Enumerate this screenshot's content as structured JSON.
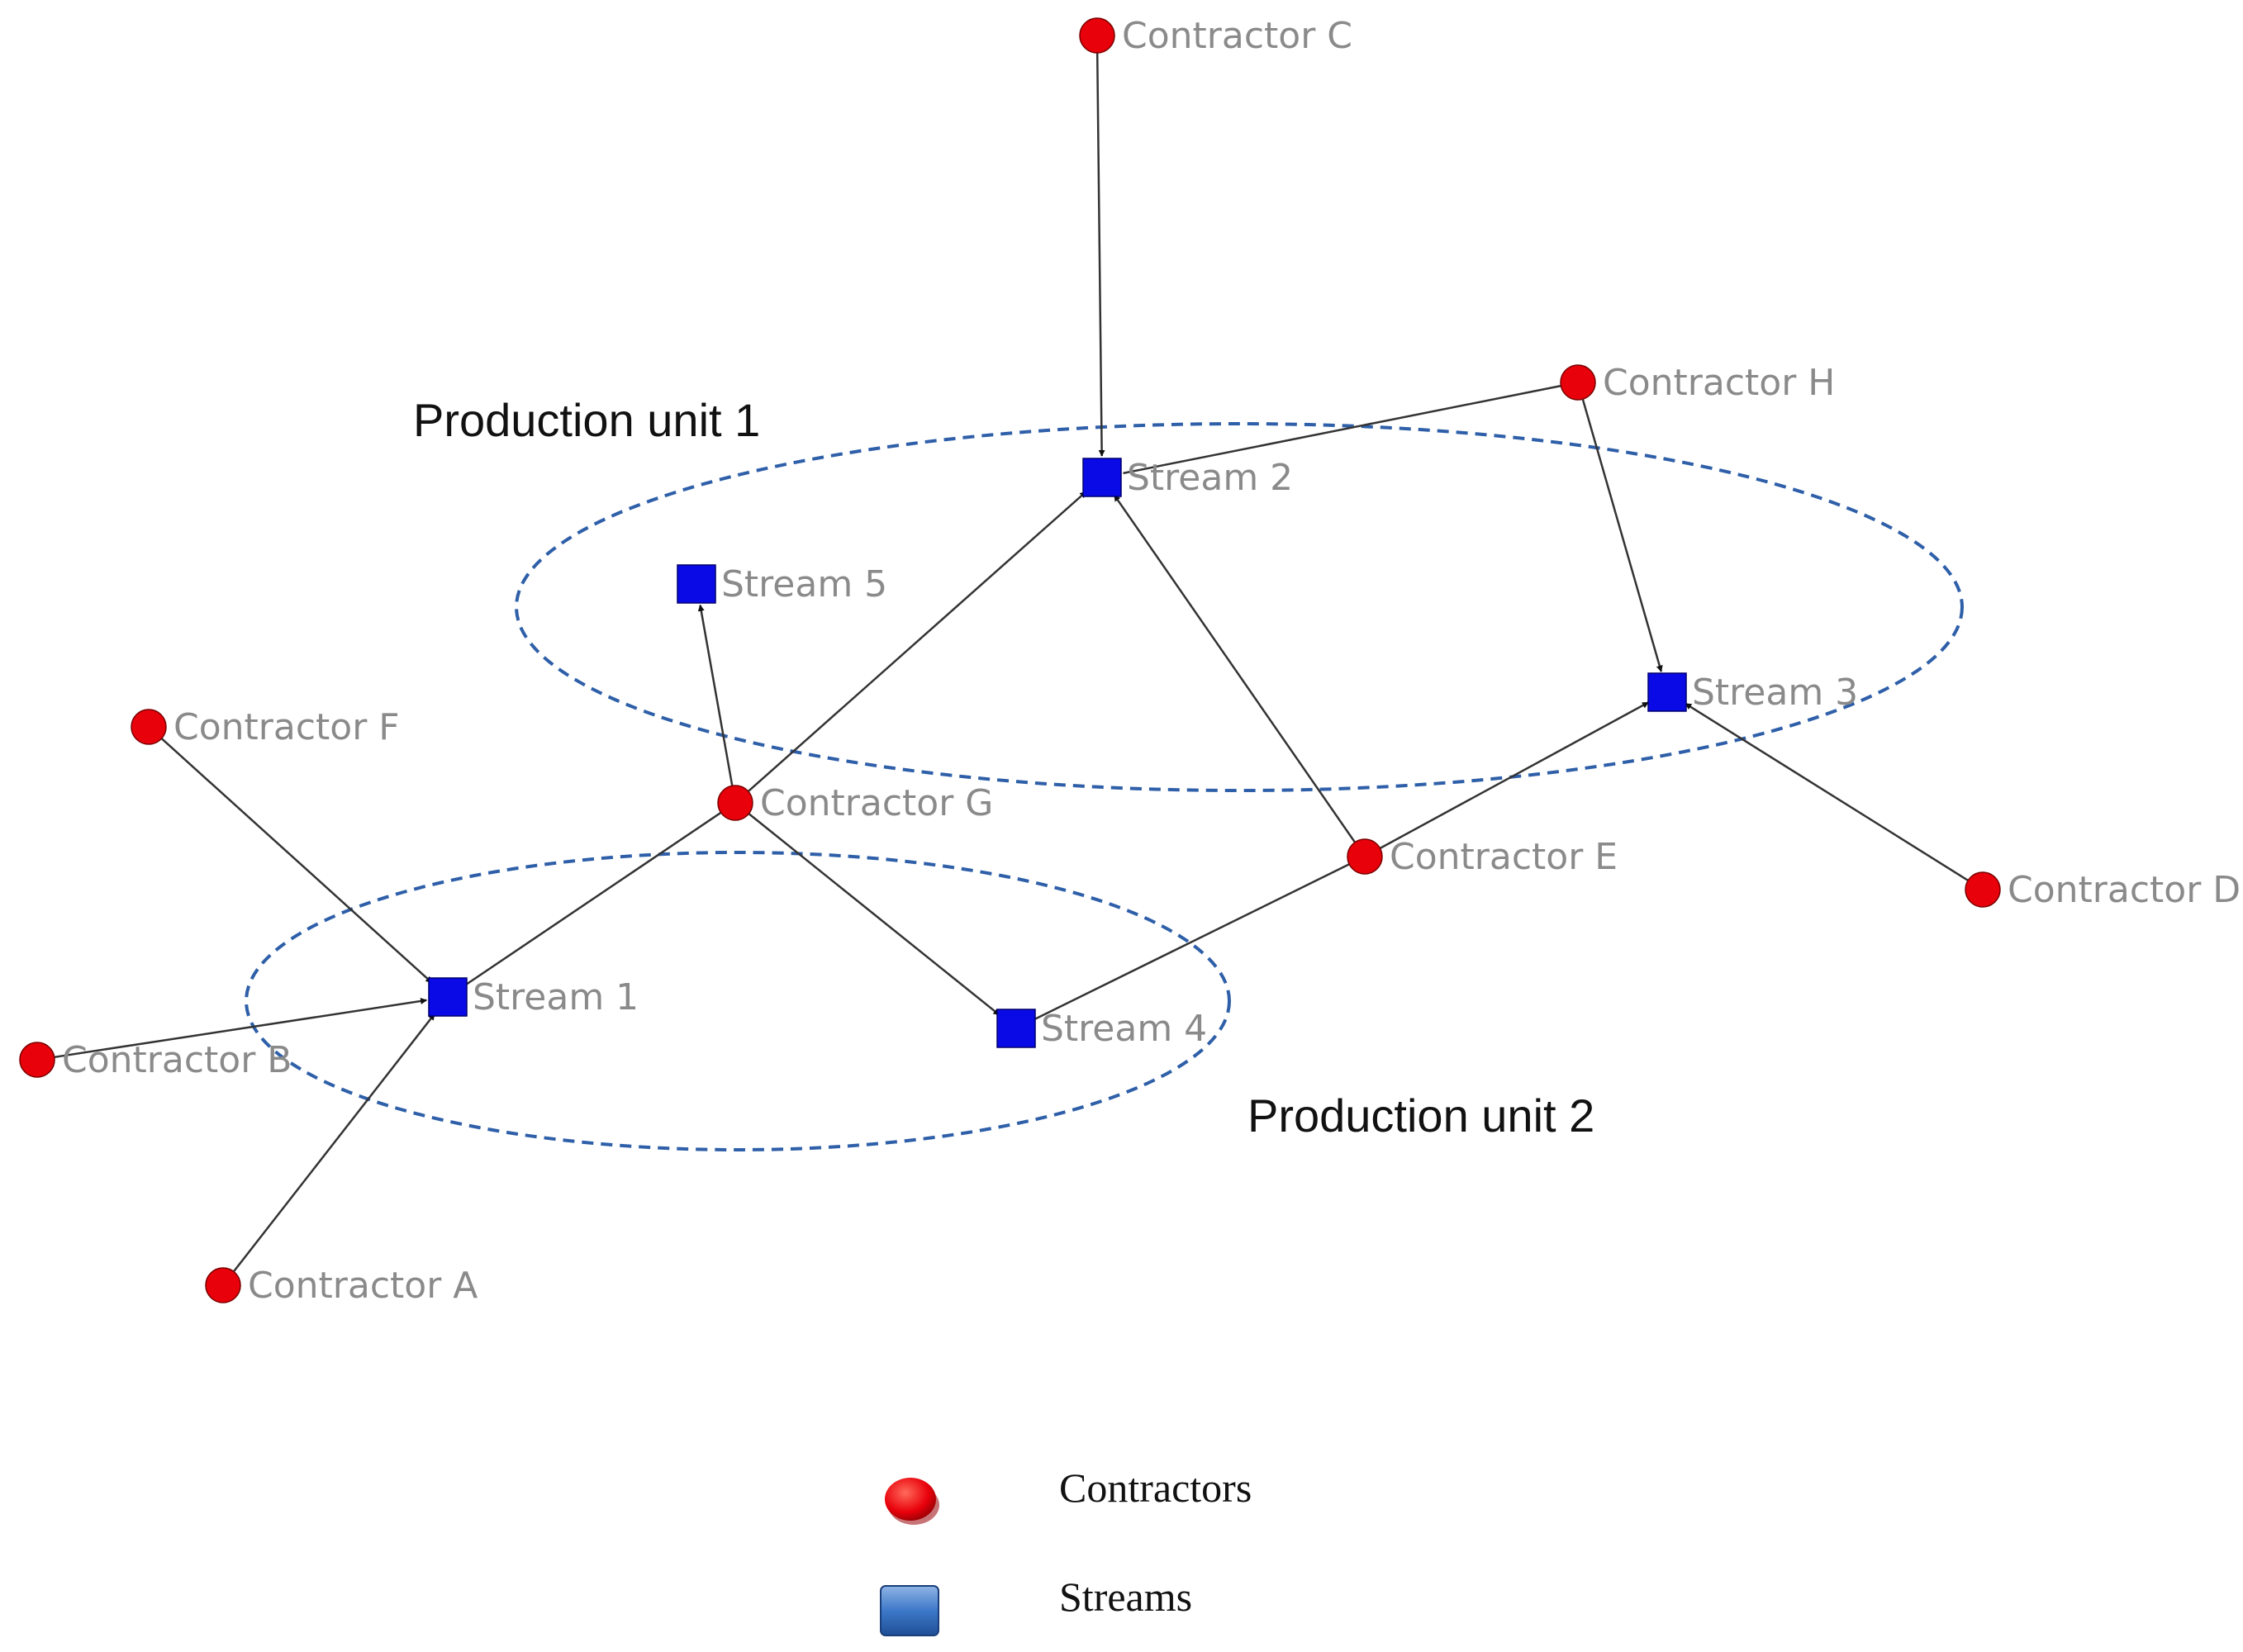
{
  "nodes": [
    {
      "id": "contractor-c",
      "type": "contractor",
      "label": "Contractor C"
    },
    {
      "id": "contractor-h",
      "type": "contractor",
      "label": "Contractor H"
    },
    {
      "id": "contractor-f",
      "type": "contractor",
      "label": "Contractor F"
    },
    {
      "id": "contractor-g",
      "type": "contractor",
      "label": "Contractor G"
    },
    {
      "id": "contractor-e",
      "type": "contractor",
      "label": "Contractor E"
    },
    {
      "id": "contractor-d",
      "type": "contractor",
      "label": "Contractor D"
    },
    {
      "id": "contractor-b",
      "type": "contractor",
      "label": "Contractor B"
    },
    {
      "id": "contractor-a",
      "type": "contractor",
      "label": "Contractor A"
    },
    {
      "id": "stream-1",
      "type": "stream",
      "label": "Stream 1"
    },
    {
      "id": "stream-2",
      "type": "stream",
      "label": "Stream 2"
    },
    {
      "id": "stream-3",
      "type": "stream",
      "label": "Stream 3"
    },
    {
      "id": "stream-4",
      "type": "stream",
      "label": "Stream 4"
    },
    {
      "id": "stream-5",
      "type": "stream",
      "label": "Stream 5"
    }
  ],
  "edges": [
    {
      "from": "contractor-c",
      "to": "stream-2"
    },
    {
      "from": "contractor-h",
      "to": "stream-2"
    },
    {
      "from": "contractor-h",
      "to": "stream-3"
    },
    {
      "from": "contractor-g",
      "to": "stream-2"
    },
    {
      "from": "contractor-g",
      "to": "stream-5"
    },
    {
      "from": "contractor-g",
      "to": "stream-4"
    },
    {
      "from": "contractor-g",
      "to": "stream-1"
    },
    {
      "from": "contractor-e",
      "to": "stream-2"
    },
    {
      "from": "contractor-e",
      "to": "stream-3"
    },
    {
      "from": "contractor-e",
      "to": "stream-4"
    },
    {
      "from": "contractor-d",
      "to": "stream-3"
    },
    {
      "from": "contractor-f",
      "to": "stream-1"
    },
    {
      "from": "contractor-b",
      "to": "stream-1"
    },
    {
      "from": "contractor-a",
      "to": "stream-1"
    }
  ],
  "production_units": [
    {
      "id": "unit-1",
      "label": "Production unit 1"
    },
    {
      "id": "unit-2",
      "label": "Production unit 2"
    }
  ],
  "legend": {
    "contractors_label": "Contractors",
    "streams_label": "Streams"
  },
  "colors": {
    "contractor": "#e8000b",
    "stream": "#0a0ae6",
    "unit_outline": "#2e5fa8",
    "edge": "#333333"
  }
}
